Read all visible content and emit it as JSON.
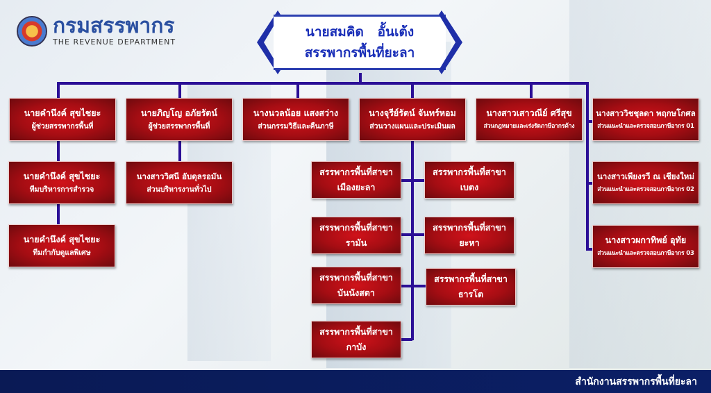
{
  "logo": {
    "thai": "กรมสรรพากร",
    "english": "THE REVENUE DEPARTMENT"
  },
  "head": {
    "name": "นายสมคิด   อั้นเต้ง",
    "title": "สรรพากรพื้นที่ยะลา"
  },
  "row1": [
    {
      "name": "นายคำนึงค์ สุขไชยะ",
      "role": "ผู้ช่วยสรรพากรพื้นที่"
    },
    {
      "name": "นายภิญโญ อภัยรัตน์",
      "role": "ผู้ช่วยสรรพากรพื้นที่"
    },
    {
      "name": "นางนวลน้อย แสงสว่าง",
      "role": "ส่วนกรรมวิธีและคืนภาษี"
    },
    {
      "name": "นางจุรีย์รัตน์ จันทร์หอม",
      "role": "ส่วนวางแผนและประเมินผล"
    },
    {
      "name": "นางสาวเสาวณีย์ ศรีสุข",
      "role": "ส่วนกฎหมายและเร่งรัดภาษีอากรค้าง"
    },
    {
      "name": "นางสาววิชชุลดา พฤกษโกศล",
      "role": "ส่วนแนะนำและตรวจสอบภาษีอากร 01"
    }
  ],
  "col1": [
    {
      "name": "นายคำนึงค์ สุขไชยะ",
      "role": "ทีมบริหารการสำรวจ"
    },
    {
      "name": "นายคำนึงค์ สุขไชยะ",
      "role": "ทีมกำกับดูแลพิเศษ"
    }
  ],
  "col2": [
    {
      "name": "นางสาววิศนี อับดุลรอมัน",
      "role": "ส่วนบริหารงานทั่วไป"
    }
  ],
  "col6": [
    {
      "name": "นางสาวเพียงรวี ณ เชียงใหม่",
      "role": "ส่วนแนะนำและตรวจสอบภาษีอากร 02"
    },
    {
      "name": "นางสาวผกาทิพย์ อุทัย",
      "role": "ส่วนแนะนำและตรวจสอบภาษีอากร 03"
    }
  ],
  "branch_prefix": "สรรพากรพื้นที่สาขา",
  "branches_left": [
    "เมืองยะลา",
    "รามัน",
    "บันนังสตา",
    "กาบัง"
  ],
  "branches_right": [
    "เบตง",
    "ยะหา",
    "ธารโต"
  ],
  "footer": "สำนักงานสรรพากรพื้นที่ยะลา"
}
